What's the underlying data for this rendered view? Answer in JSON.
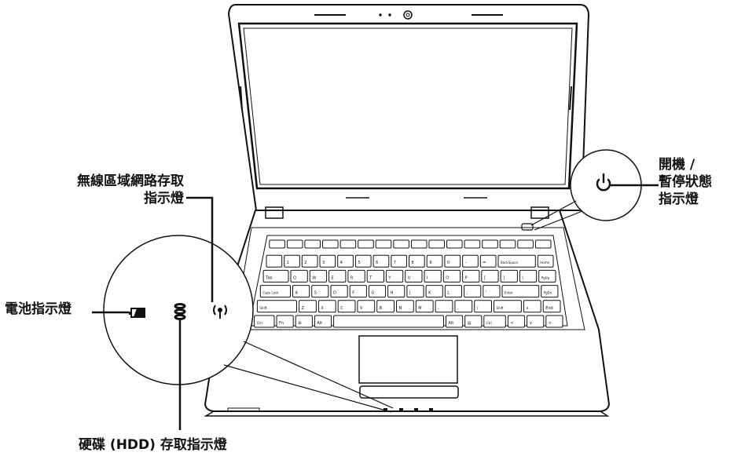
{
  "labels": {
    "wlan_line1": "無線區域網路存取",
    "wlan_line2": "指示燈",
    "power_line1": "開機 /",
    "power_line2": "暫停狀態",
    "power_line3": "指示燈",
    "battery": "電池指示燈",
    "hdd": "硬碟 (HDD) 存取指示燈"
  },
  "keyboard": {
    "rows": [
      [
        "",
        "",
        "",
        "",
        "",
        "",
        "",
        "",
        "",
        "",
        "",
        "",
        "",
        "",
        "",
        ""
      ],
      [
        "`",
        "1",
        "2",
        "3",
        "4",
        "5",
        "6",
        "7",
        "8",
        "9",
        "0",
        "-",
        "=",
        "BackSpace",
        "Home"
      ],
      [
        "Tab",
        "Q",
        "W",
        "E",
        "R",
        "T",
        "Y",
        "U",
        "I",
        "O",
        "P",
        "[",
        "]",
        "\\",
        "PgUp"
      ],
      [
        "Caps Lock",
        "A",
        "S",
        "D",
        "F",
        "G",
        "H",
        "J",
        "K",
        "L",
        ";",
        "'",
        "Enter",
        "PgDn"
      ],
      [
        "Shift",
        "Z",
        "X",
        "C",
        "V",
        "B",
        "N",
        "M",
        ",",
        ".",
        "/",
        "Shift",
        "∧",
        "End"
      ],
      [
        "Ctrl",
        "Fn",
        "⊞",
        "Alt",
        "",
        "Alt",
        "▤",
        "Ctrl",
        "<",
        "∨",
        ">"
      ]
    ]
  },
  "icons": {
    "power": "power-icon",
    "battery": "battery-icon",
    "hdd": "hdd-icon",
    "wlan": "wireless-icon"
  }
}
